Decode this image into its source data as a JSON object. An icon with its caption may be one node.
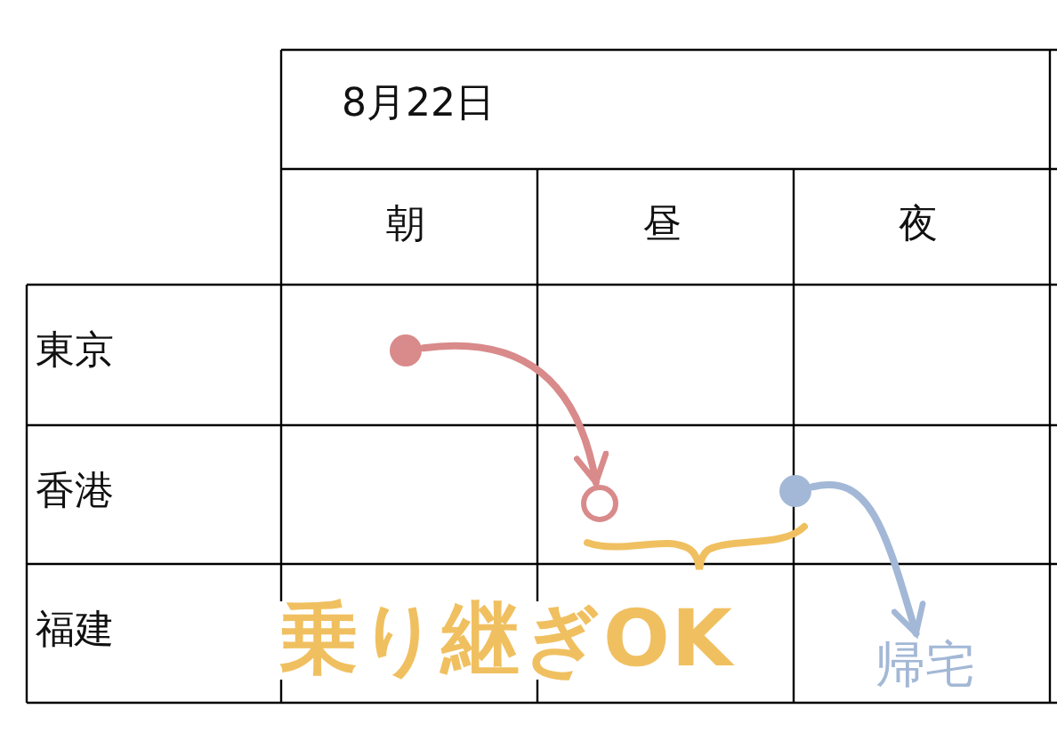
{
  "diagram": {
    "nodes": [
      {
        "text": [],
        "shape": "circle"
      },
      {
        "text": [],
        "shape": "circle"
      },
      {
        "text": [],
        "shape": "circle"
      },
      {
        "text": [
          "帰宅"
        ]
      }
    ],
    "edges": [
      {
        "from": 0,
        "to": 1,
        "arrow": "to",
        "color": "#d98a8a"
      },
      {
        "from": 2,
        "to": 3,
        "arrow": "to",
        "color": "#a3b8d6"
      }
    ],
    "labels": [
      "8月22日",
      "朝",
      "昼",
      "夜",
      "東京",
      "香港",
      "福建",
      "乗り継ぎOK"
    ]
  }
}
